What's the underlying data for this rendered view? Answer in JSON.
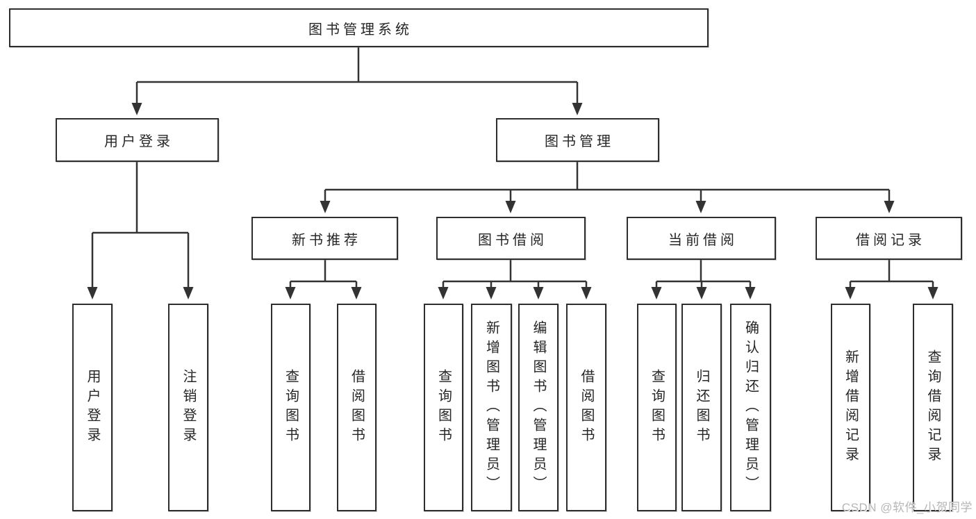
{
  "diagram": {
    "root": {
      "label": "图书管理系统"
    },
    "user_login": {
      "label": "用户登录",
      "children": [
        "用户登录",
        "注销登录"
      ]
    },
    "book_management": {
      "label": "图书管理",
      "sections": [
        {
          "label": "新书推荐",
          "children": [
            "查询图书",
            "借阅图书"
          ]
        },
        {
          "label": "图书借阅",
          "children": [
            "查询图书",
            "新增图书（管理员）",
            "编辑图书（管理员）",
            "借阅图书"
          ]
        },
        {
          "label": "当前借阅",
          "children": [
            "查询图书",
            "归还图书",
            "确认归还（管理员）"
          ]
        },
        {
          "label": "借阅记录",
          "children": [
            "新增借阅记录",
            "查询借阅记录"
          ]
        }
      ]
    },
    "colors": {
      "line": "#333333",
      "box_border": "#2e2e2e",
      "text": "#262626",
      "background": "#ffffff"
    }
  },
  "watermark": {
    "text": "CSDN @软件_小贺同学",
    "color": "#b2b2b2"
  }
}
